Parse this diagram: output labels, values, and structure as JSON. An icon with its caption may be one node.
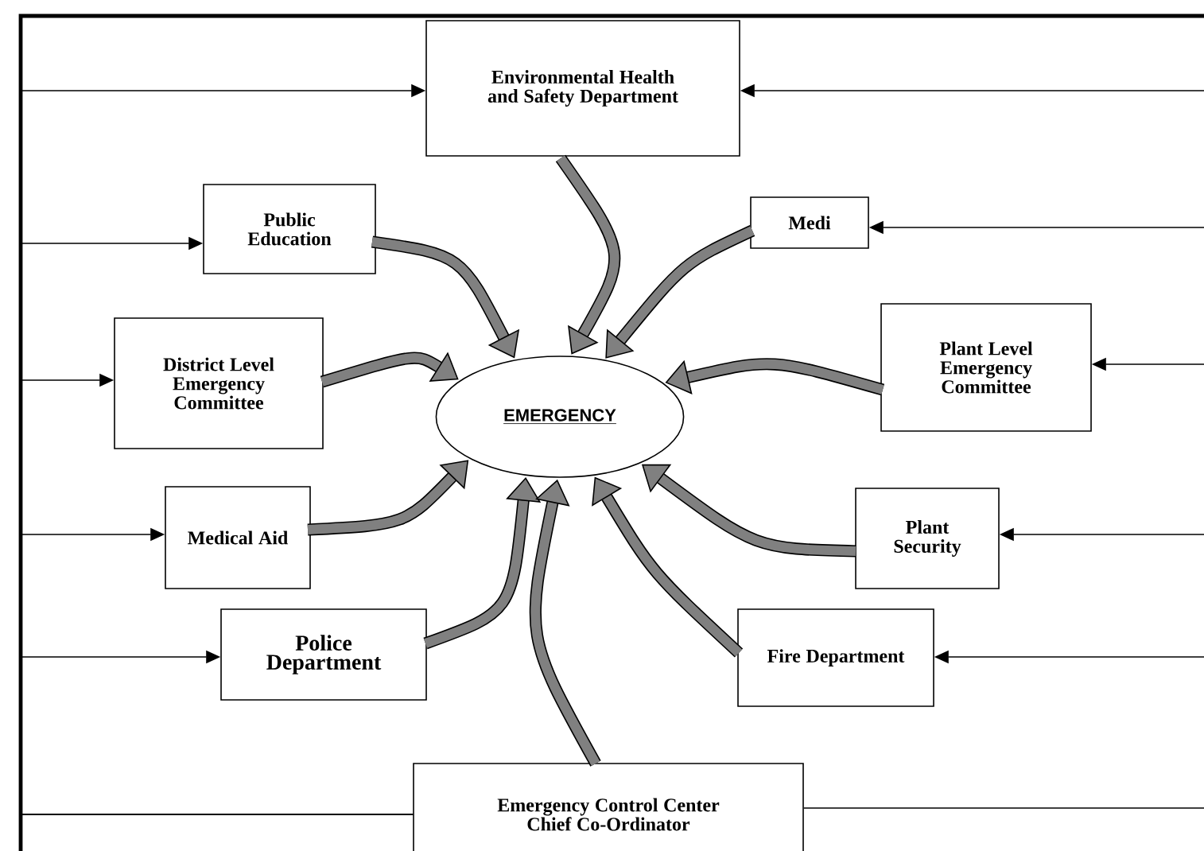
{
  "diagram": {
    "nodes": [
      {
        "text": [
          "Environmental Health and Safety Department"
        ]
      },
      {
        "text": [
          "Public Education"
        ]
      },
      {
        "text": [
          "Medi"
        ]
      },
      {
        "text": [
          "District Level Emergency Committee"
        ]
      },
      {
        "text": [
          "Plant Level Emergency Committee"
        ]
      },
      {
        "text": [
          "EMERGENCY"
        ]
      },
      {
        "text": [
          "Medical Aid"
        ]
      },
      {
        "text": [
          "Plant Security"
        ]
      },
      {
        "text": [
          "Police Department"
        ]
      },
      {
        "text": [
          "Fire Department"
        ]
      },
      {
        "text": [
          "Emergency Control Center Chief Co-Ordinator"
        ]
      }
    ],
    "edges": [
      {
        "from": 0,
        "to": 5,
        "arrow": "to",
        "style": "thick"
      },
      {
        "from": 1,
        "to": 5,
        "arrow": "to",
        "style": "thick"
      },
      {
        "from": 2,
        "to": 5,
        "arrow": "to",
        "style": "thick"
      },
      {
        "from": 3,
        "to": 5,
        "arrow": "to",
        "style": "thick"
      },
      {
        "from": 4,
        "to": 5,
        "arrow": "to",
        "style": "thick"
      },
      {
        "from": 6,
        "to": 5,
        "arrow": "to",
        "style": "thick"
      },
      {
        "from": 7,
        "to": 5,
        "arrow": "to",
        "style": "thick"
      },
      {
        "from": 8,
        "to": 5,
        "arrow": "to",
        "style": "thick"
      },
      {
        "from": 9,
        "to": 5,
        "arrow": "to",
        "style": "thick"
      },
      {
        "from": 10,
        "to": 5,
        "arrow": "to",
        "style": "thick"
      },
      {
        "from": 10,
        "to": 0,
        "arrow": "to"
      },
      {
        "from": 10,
        "to": 1,
        "arrow": "to"
      },
      {
        "from": 10,
        "to": 3,
        "arrow": "to"
      },
      {
        "from": 10,
        "to": 6,
        "arrow": "to"
      },
      {
        "from": 10,
        "to": 8,
        "arrow": "to"
      },
      {
        "from": null,
        "to": 0,
        "arrow": "to"
      },
      {
        "from": null,
        "to": 2,
        "arrow": "to"
      },
      {
        "from": null,
        "to": 4,
        "arrow": "to"
      },
      {
        "from": null,
        "to": 7,
        "arrow": "to"
      },
      {
        "from": null,
        "to": 9,
        "arrow": "to"
      },
      {
        "from": 10,
        "to": null,
        "arrow": "none"
      }
    ]
  }
}
